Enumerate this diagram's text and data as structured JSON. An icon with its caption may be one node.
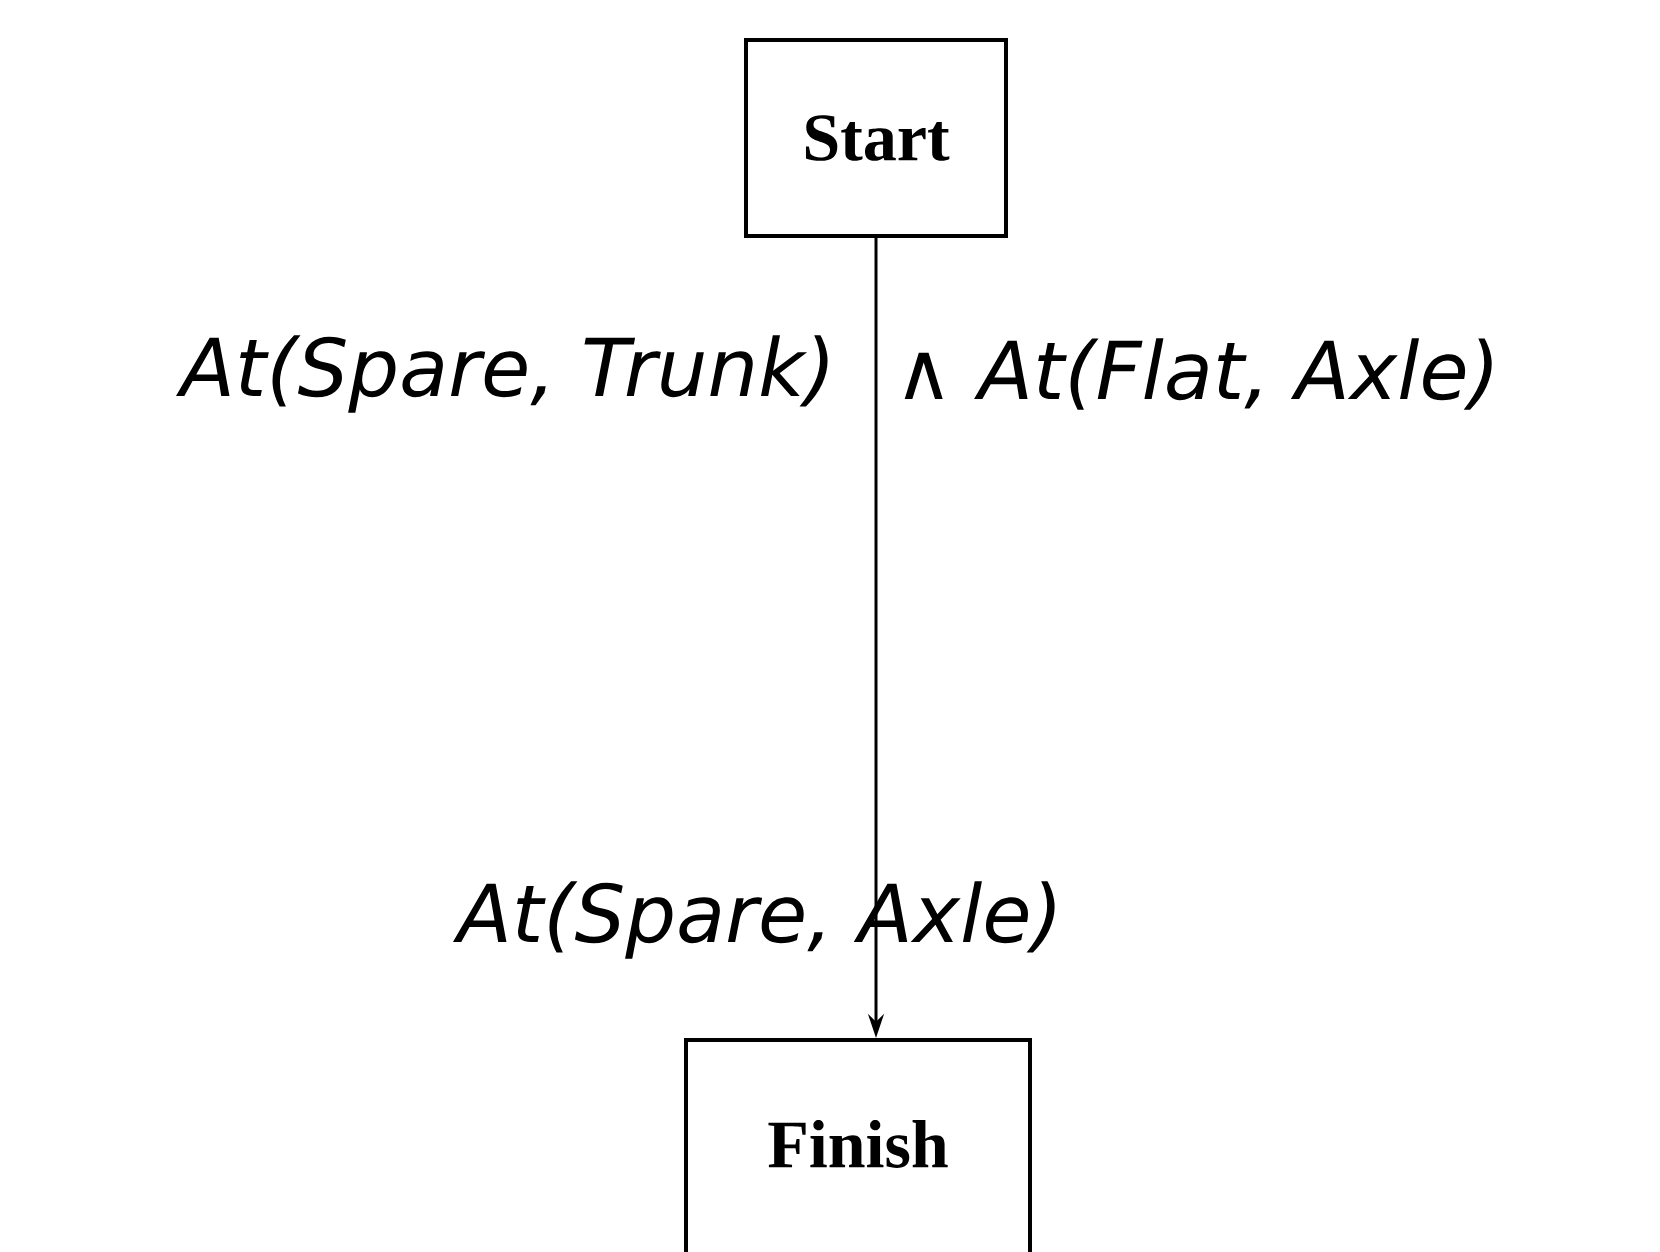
{
  "diagram": {
    "nodes": [
      {
        "text": [
          "Start"
        ]
      },
      {
        "text": [
          "Finish"
        ]
      }
    ],
    "edges": [
      {
        "from": 0,
        "to": 1,
        "arrow": "to"
      }
    ],
    "labels": [
      "At(Spare, Trunk)",
      "∧ At(Flat, Axle)",
      "At(Spare, Axle)"
    ]
  }
}
